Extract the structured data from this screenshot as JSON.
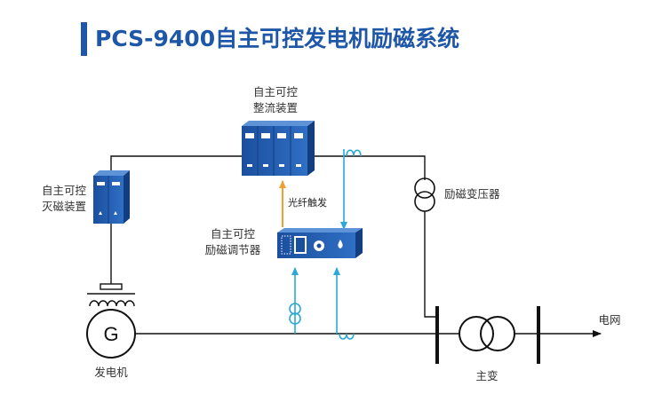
{
  "title": "PCS-9400自主可控发电机励磁系统",
  "colors": {
    "brand_blue": "#1e56a8",
    "signal_blue": "#2aa8d8",
    "trigger_orange": "#f0a030",
    "line": "#111111"
  },
  "labels": {
    "rectifier_line1": "自主可控",
    "rectifier_line2": "整流装置",
    "deexcitation_line1": "自主可控",
    "deexcitation_line2": "灭磁装置",
    "regulator_line1": "自主可控",
    "regulator_line2": "励磁调节器",
    "excitation_transformer": "励磁变压器",
    "fiber_trigger": "光纤触发",
    "generator": "发电机",
    "generator_symbol": "G",
    "main_transformer": "主变",
    "grid": "电网"
  }
}
